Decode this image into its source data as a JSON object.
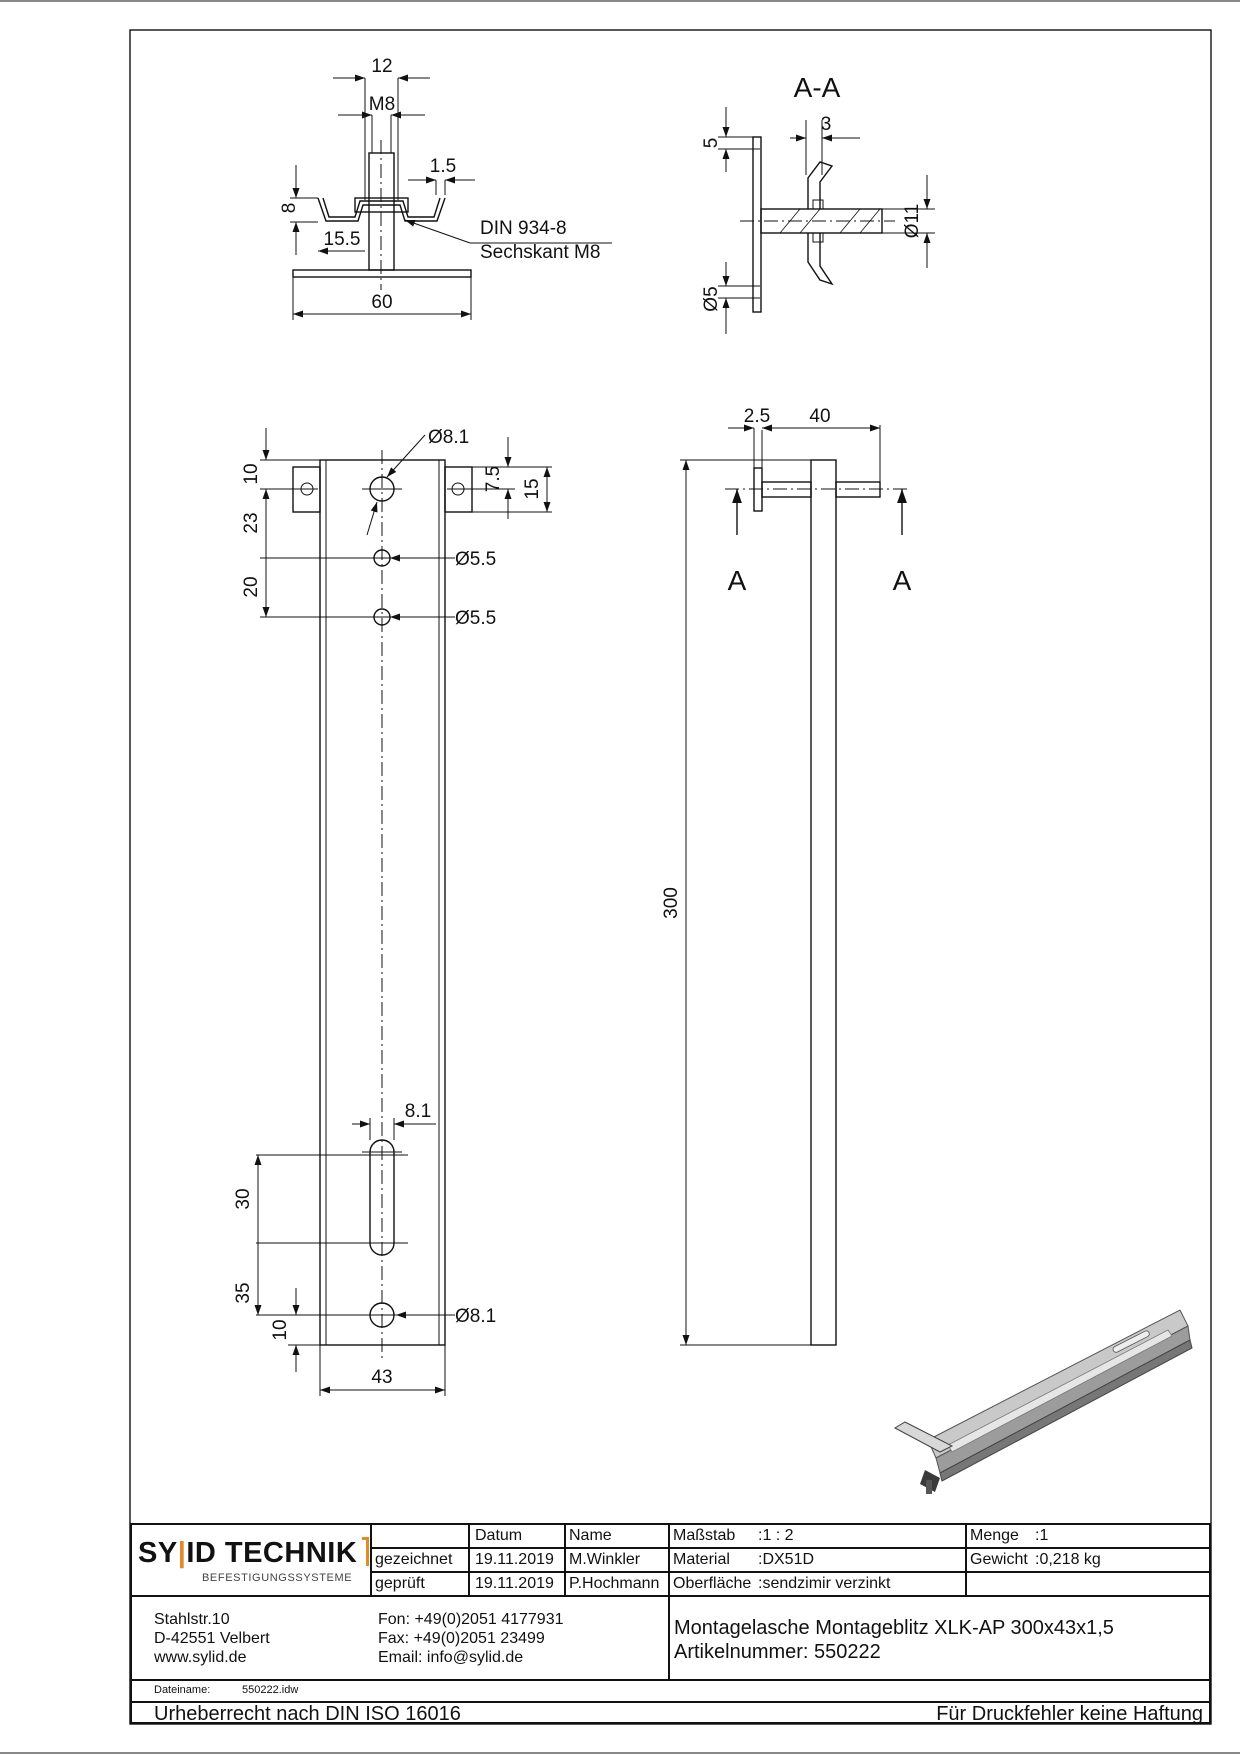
{
  "drawing": {
    "top_view_dims": {
      "w12": "12",
      "thread": "M8",
      "t15": "1.5",
      "h8": "8",
      "off155": "15.5",
      "w60": "60"
    },
    "nut_note": {
      "line1": "DIN 934-8",
      "line2": "Sechskant M8"
    },
    "section_title": "A-A",
    "section_dims": {
      "d5": "5",
      "d3": "3",
      "d11": "Ø11",
      "dia5": "Ø5"
    },
    "front_dims": {
      "d81": "Ø8.1",
      "d10": "10",
      "d23": "23",
      "d20": "20",
      "d75": "7.5",
      "d15": "15",
      "d55a": "Ø5.5",
      "d55b": "Ø5.5",
      "slot": "8.1",
      "d30": "30",
      "d35": "35",
      "d10b": "10",
      "d81b": "Ø8.1",
      "w43": "43"
    },
    "side_dims": {
      "d25": "2.5",
      "d40": "40",
      "d300": "300",
      "markA1": "A",
      "markA2": "A"
    }
  },
  "titleblock": {
    "logo": {
      "name_part1": "SY",
      "name_part2": "ID TECHNIK",
      "subtitle": "BEFESTIGUNGSSYSTEME"
    },
    "header": {
      "datum": "Datum",
      "name": "Name"
    },
    "rows": [
      {
        "label": "gezeichnet",
        "date": "19.11.2019",
        "name": "M.Winkler"
      },
      {
        "label": "geprüft",
        "date": "19.11.2019",
        "name": "P.Hochmann"
      }
    ],
    "props": {
      "massstab_label": "Maßstab",
      "massstab_value": ":1 : 2",
      "material_label": "Material",
      "material_value": ":DX51D",
      "oberflaeche_label": "Oberfläche",
      "oberflaeche_value": ":sendzimir verzinkt",
      "menge_label": "Menge",
      "menge_value": ":1",
      "gewicht_label": "Gewicht",
      "gewicht_value": ":0,218 kg"
    },
    "address": {
      "street": "Stahlstr.10",
      "city": "D-42551 Velbert",
      "web": "www.sylid.de"
    },
    "contact": {
      "fon": "Fon: +49(0)2051 4177931",
      "fax": "Fax: +49(0)2051 23499",
      "email": "Email: info@sylid.de"
    },
    "product": {
      "title": "Montagelasche Montageblitz XLK-AP 300x43x1,5",
      "article": "Artikelnummer: 550222"
    },
    "file": {
      "label": "Dateiname:",
      "value": "550222.idw"
    },
    "footer": {
      "copyright": "Urheberrecht nach DIN ISO 16016",
      "disclaimer": "Für Druckfehler keine Haftung"
    },
    "colors": {
      "logo_accent": "#e08a2c",
      "line": "#111111"
    }
  }
}
